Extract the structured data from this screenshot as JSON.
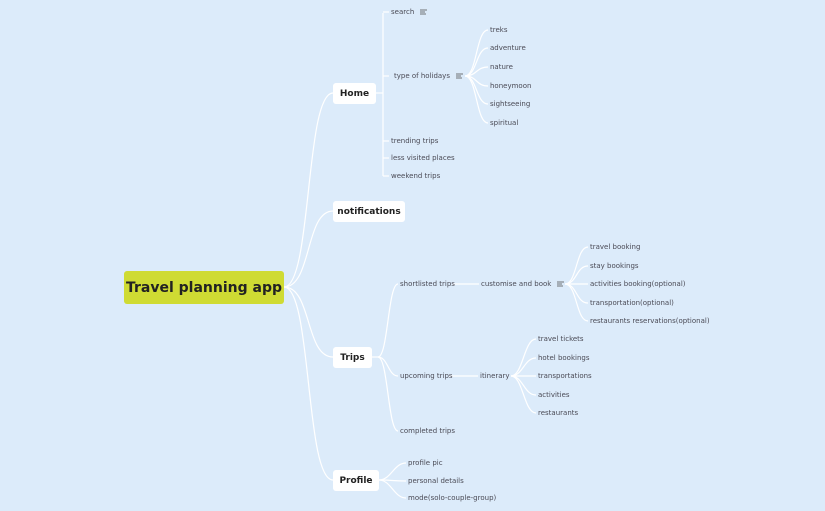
{
  "root": {
    "label": "Travel planning app"
  },
  "home": {
    "label": "Home",
    "search": "search",
    "type_of_holidays": {
      "label": "type of holidays",
      "items": [
        "treks",
        "adventure",
        "nature",
        "honeymoon",
        "sightseeing",
        "spiritual"
      ]
    },
    "trending_trips": "trending trips",
    "less_visited_places": "less visited places",
    "weekend_trips": "weekend trips"
  },
  "notifications": {
    "label": "notifications"
  },
  "trips": {
    "label": "Trips",
    "shortlisted": {
      "label": "shortlisted trips",
      "customise": {
        "label": "customise and book",
        "items": [
          "travel booking",
          "stay bookings",
          "activities booking(optional)",
          "transportation(optional)",
          "restaurants reservations(optional)"
        ]
      }
    },
    "upcoming": {
      "label": "upcoming trips",
      "itinerary": {
        "label": "itinerary",
        "items": [
          "travel tickets",
          "hotel bookings",
          "transportations",
          "activities",
          "restaurants"
        ]
      }
    },
    "completed": "completed trips"
  },
  "profile": {
    "label": "Profile",
    "items": [
      "profile pic",
      "personal details",
      "mode(solo-couple-group)"
    ]
  },
  "colors": {
    "background": "#dcebfa",
    "root_fill": "#cfdb33",
    "node_fill": "#ffffff",
    "connector": "#ffffff"
  },
  "icons": [
    "notes-icon"
  ]
}
